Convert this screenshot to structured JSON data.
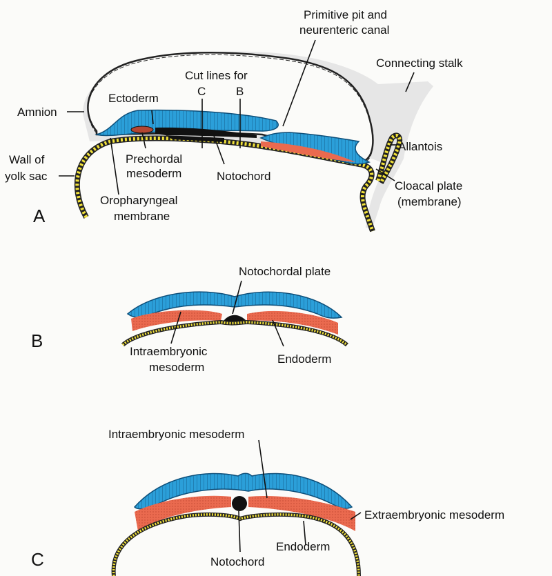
{
  "panels": {
    "A": {
      "letter": "A",
      "labels": {
        "amnion": "Amnion",
        "ectoderm": "Ectoderm",
        "cut_lines_title": "Cut lines for",
        "cut_c": "C",
        "cut_b": "B",
        "primitive_pit_1": "Primitive pit and",
        "primitive_pit_2": "neurenteric canal",
        "connecting_stalk": "Connecting stalk",
        "wall_of_1": "Wall of",
        "wall_of_2": "yolk sac",
        "prechordal_1": "Prechordal",
        "prechordal_2": "mesoderm",
        "notochord": "Notochord",
        "allantois": "Allantois",
        "cloacal_1": "Cloacal plate",
        "cloacal_2": "(membrane)",
        "oropharyngeal_1": "Oropharyngeal",
        "oropharyngeal_2": "membrane"
      }
    },
    "B": {
      "letter": "B",
      "labels": {
        "notochordal_plate": "Notochordal plate",
        "intraembryonic_1": "Intraembryonic",
        "intraembryonic_2": "mesoderm",
        "endoderm": "Endoderm"
      }
    },
    "C": {
      "letter": "C",
      "labels": {
        "intraembryonic_mesoderm": "Intraembryonic mesoderm",
        "extraembryonic_mesoderm": "Extraembryonic mesoderm",
        "endoderm": "Endoderm",
        "notochord": "Notochord"
      }
    }
  },
  "colors": {
    "ectoderm": "#2b9fd9",
    "mesoderm": "#ea6a4f",
    "endoderm": "#f2e23a",
    "notochord": "#111111",
    "stalk": "#e4e4e4",
    "prechordal": "#b44632"
  }
}
